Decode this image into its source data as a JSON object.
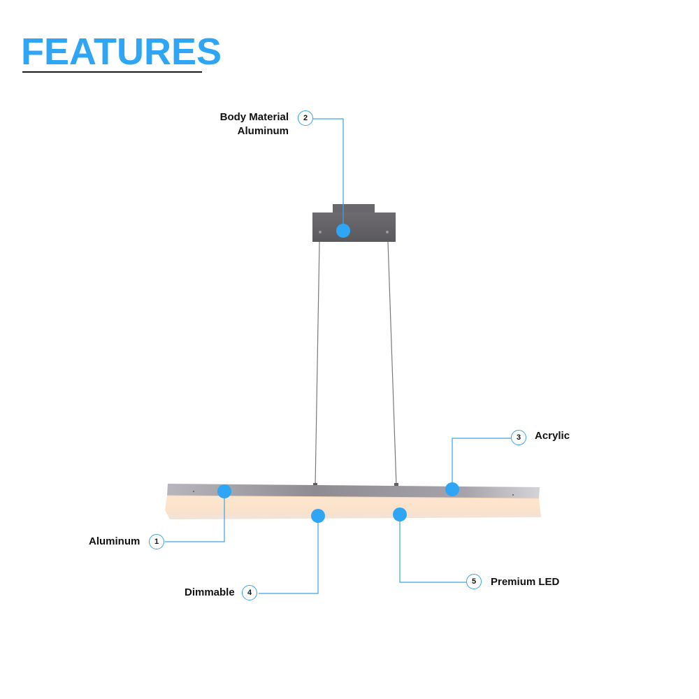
{
  "header": {
    "title": "FEATURES"
  },
  "colors": {
    "accent": "#2ea6f5",
    "line": "#3aa3e3",
    "text": "#111111"
  },
  "callouts": [
    {
      "number": "1",
      "label": "Aluminum"
    },
    {
      "number": "2",
      "label_line1": "Body Material",
      "label_line2": "Aluminum"
    },
    {
      "number": "3",
      "label": "Acrylic"
    },
    {
      "number": "4",
      "label": "Dimmable"
    },
    {
      "number": "5",
      "label": "Premium LED"
    }
  ]
}
